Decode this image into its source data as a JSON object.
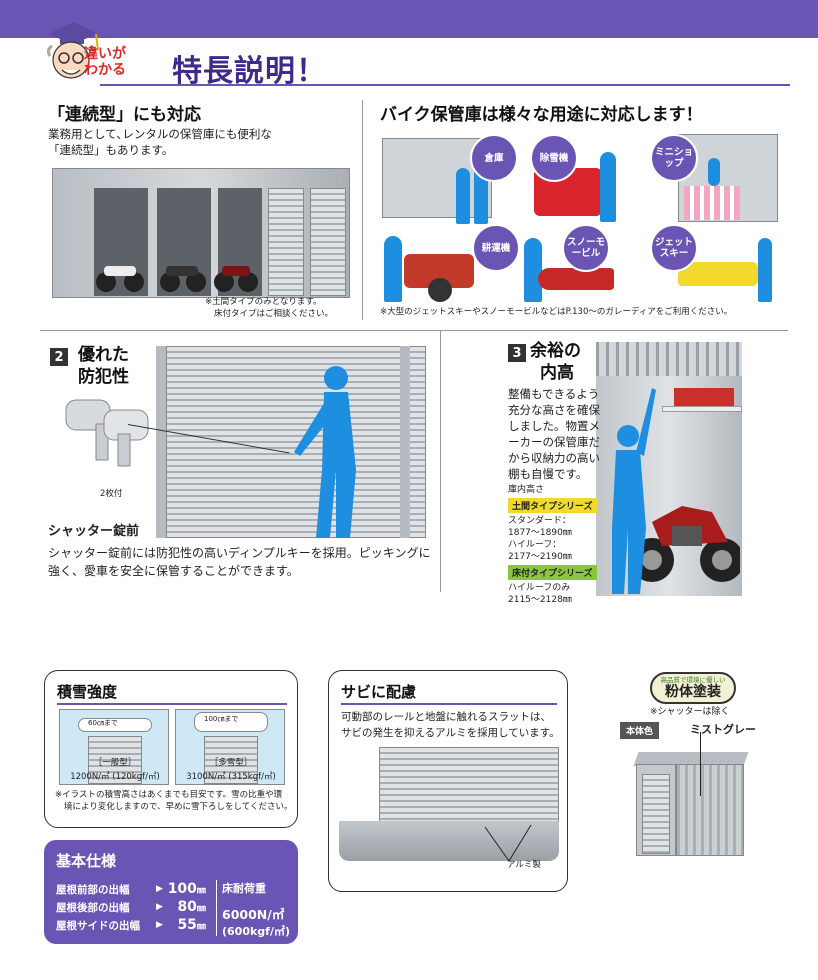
{
  "header": {
    "badge_line1": "違いが",
    "badge_line2": "わかる",
    "title": "特長説明！"
  },
  "section_renzoku": {
    "heading": "「連続型」にも対応",
    "text_line1": "業務用として､レンタルの保管庫にも便利な",
    "text_line2": "「連続型」もあります。",
    "note_line1": "※土間タイプのみとなります。",
    "note_line2": "床付タイプはご相談ください。"
  },
  "section_uses": {
    "heading": "バイク保管庫は様々な用途に対応します！",
    "tags": [
      "倉庫",
      "除雪機",
      "ミニショップ",
      "耕運機",
      "スノーモービル",
      "ジェットスキー"
    ],
    "note": "※大型のジェットスキーやスノーモービルなどはP.130～のガレーディアをご利用ください。"
  },
  "section_security": {
    "number": "2",
    "heading_line1": "優れた",
    "heading_line2": "防犯性",
    "key_caption": "2枚付",
    "sub_heading": "シャッター錠前",
    "text_line1": "シャッター錠前には防犯性の高いディンプルキーを採用。ピッキングに",
    "text_line2": "強く、愛車を安全に保管することができます。"
  },
  "section_height": {
    "number": "3",
    "heading_line1": "余裕の",
    "heading_line2": "内高",
    "text_lines": [
      "整備もできるよう",
      "充分な高さを確保",
      "しました。物置メ",
      "ーカーの保管庫だ",
      "から収納力の高い",
      "棚も自慢です。"
    ],
    "label": "庫内高さ",
    "doma_tag": "土間タイプシリーズ",
    "doma_std": "スタンダード：",
    "doma_std_val": "1877～1890㎜",
    "doma_high": "ハイルーフ：",
    "doma_high_val": "2177～2190㎜",
    "yuka_tag": "床付タイプシリーズ",
    "yuka_high": "ハイルーフのみ",
    "yuka_high_val": "2115～2128㎜"
  },
  "snow": {
    "heading": "積雪強度",
    "left_snow": "60㎝まで",
    "right_snow": "100㎝まで",
    "left_type": "［一般型］",
    "left_val": "1200N/㎡ (120kgf/㎡)",
    "right_type": "［多雪型］",
    "right_val": "3100N/㎡ (315kgf/㎡)",
    "note_line1": "※イラストの積雪高さはあくまでも目安です。雪の比重や環",
    "note_line2": "境により変化しますので、早めに雪下ろしをしてください。"
  },
  "rust": {
    "heading": "サビに配慮",
    "text_line1": "可動部のレールと地盤に触れるスラットは、",
    "text_line2": "サビの発生を抑えるアルミを採用しています。",
    "callout": "アルミ製"
  },
  "coating": {
    "small_top": "高品質で環境に優しい",
    "title": "粉体塗装",
    "note": "※シャッターは除く",
    "body_color_label": "本体色",
    "body_color_value": "ミストグレー"
  },
  "spec": {
    "heading": "基本仕様",
    "rows": [
      {
        "label": "屋根前部の出幅",
        "value": "100",
        "unit": "㎜"
      },
      {
        "label": "屋根後部の出幅",
        "value": "80",
        "unit": "㎜"
      },
      {
        "label": "屋根サイドの出幅",
        "value": "55",
        "unit": "㎜"
      }
    ],
    "load_label": "床耐荷重",
    "load_value1": "6000N/㎡",
    "load_value2": "(600kgf/㎡)"
  },
  "colors": {
    "brand_purple": "#6a54b4",
    "accent_red": "#e0282b",
    "silhouette_blue": "#1e8fe0",
    "tag_yellow": "#f2d92b",
    "tag_green": "#8bc43f"
  }
}
